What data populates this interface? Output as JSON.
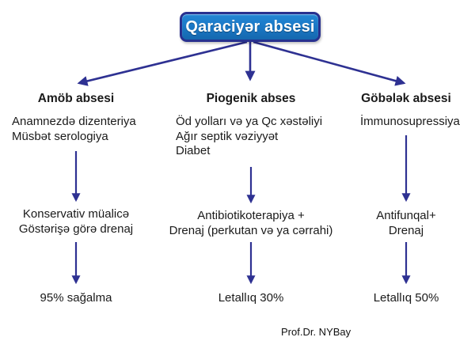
{
  "title": "Qaraciyər absesi",
  "credit": "Prof.Dr. NYBay",
  "colors": {
    "box_fill": "#1B79C8",
    "box_border": "#28318F",
    "arrow": "#2E3192",
    "text": "#1a1a1a",
    "background": "#ffffff"
  },
  "columns": [
    {
      "header": "Amöb absesi",
      "causes": [
        "Anamnezdə dizenteriya",
        "Müsbət serologiya"
      ],
      "treatment": [
        "Konservativ müalicə",
        "Göstərişə görə drenaj"
      ],
      "outcome": "95% sağalma"
    },
    {
      "header": "Piogenik abses",
      "causes": [
        "Öd yolları və ya Qc xəstəliyi",
        "Ağır septik vəziyyət",
        "Diabet"
      ],
      "treatment": [
        "Antibiotikoterapiya +",
        "Drenaj (perkutan və ya cərrahi)"
      ],
      "outcome": "Letallıq 30%"
    },
    {
      "header": "Göbələk absesi",
      "causes": [
        "İmmunosupressiya"
      ],
      "treatment": [
        "Antifunqal+",
        "Drenaj"
      ],
      "outcome": "Letallıq 50%"
    }
  ]
}
